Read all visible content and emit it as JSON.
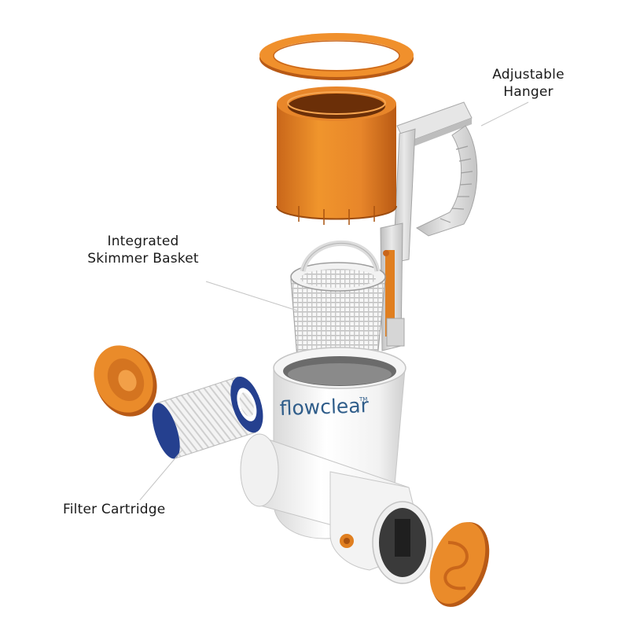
{
  "labels": {
    "adjustable_hanger": [
      "Adjustable",
      "Hanger"
    ],
    "skimmer_basket": [
      "Integrated",
      "Skimmer Basket"
    ],
    "filter_cartridge": "Filter Cartridge"
  },
  "brand_text": "flowclear",
  "trademark": "TM",
  "colors": {
    "orange": "#e07f20",
    "white_body": "#f4f4f4",
    "hanger_gray": "#dcdcdc",
    "cartridge_blue": "#25408f",
    "brand_blue": "#2f5d8a"
  }
}
